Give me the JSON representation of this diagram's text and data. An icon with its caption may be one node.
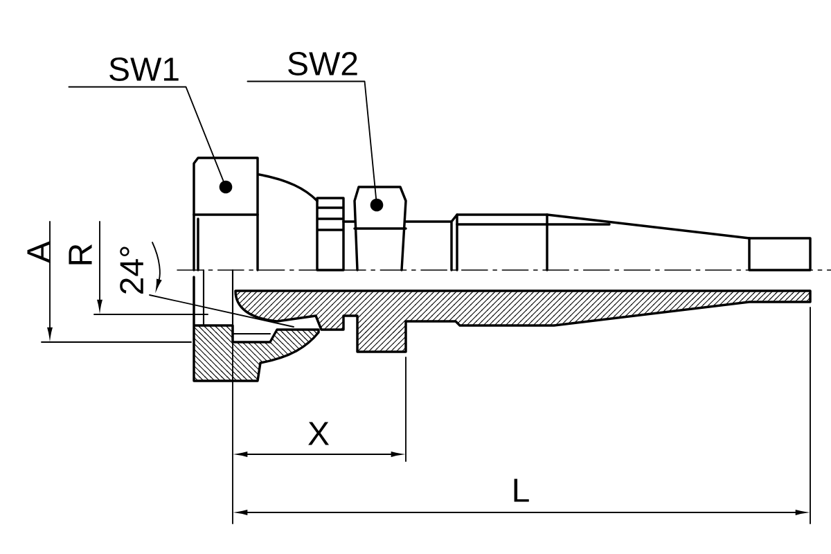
{
  "diagram": {
    "nodes": [
      {
        "text": [
          "SW1"
        ]
      },
      {
        "text": [],
        "shape": "circle"
      },
      {
        "text": [
          "SW2"
        ]
      },
      {
        "text": [],
        "shape": "circle"
      }
    ],
    "edges": [
      {
        "from": 0,
        "to": 1,
        "arrow": "none"
      },
      {
        "from": 2,
        "to": 3,
        "arrow": "none"
      }
    ],
    "labels": [
      "A",
      "R",
      "24°",
      "X",
      "L"
    ]
  }
}
